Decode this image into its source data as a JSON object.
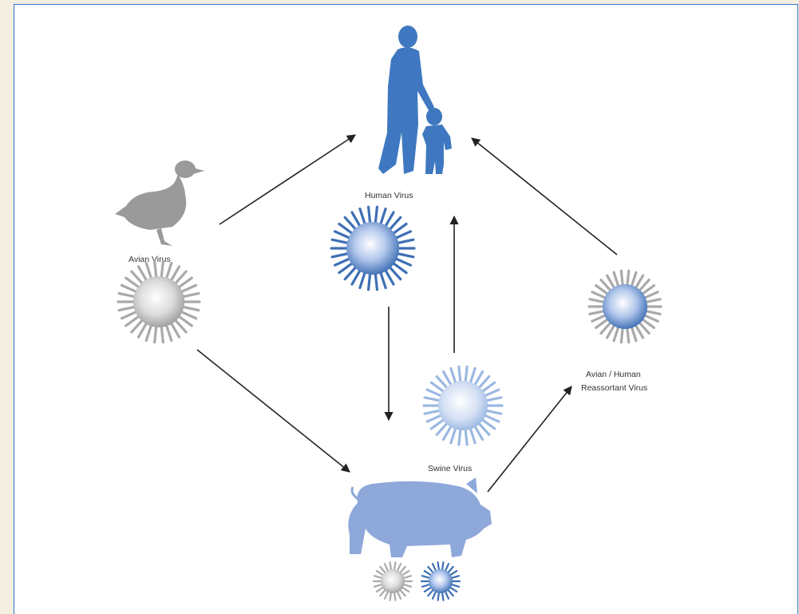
{
  "labels": {
    "human": "Human Virus",
    "avian": "Avian Virus",
    "swine": "Swine Virus",
    "reassortant_line1": "Avian / Human",
    "reassortant_line2": "Reassortant Virus"
  },
  "colors": {
    "human_blue": "#3f78c0",
    "pig_blue": "#8ea8da",
    "duck_grey": "#9a9a9a",
    "avian_virus_grey": "#a9a9a9",
    "human_virus_blue": "#3e6fb5",
    "swine_virus_blue": "#9bb8e2",
    "reassortant_spike_grey": "#a9a9a9",
    "arrow": "#222222",
    "panel_border": "#2a78c8",
    "page_background": "#f4efe1"
  },
  "icons": {
    "human": "adult-and-child-silhouette",
    "duck": "duck-silhouette",
    "pig": "pig-silhouette",
    "virus": "spiked-virus-particle"
  }
}
